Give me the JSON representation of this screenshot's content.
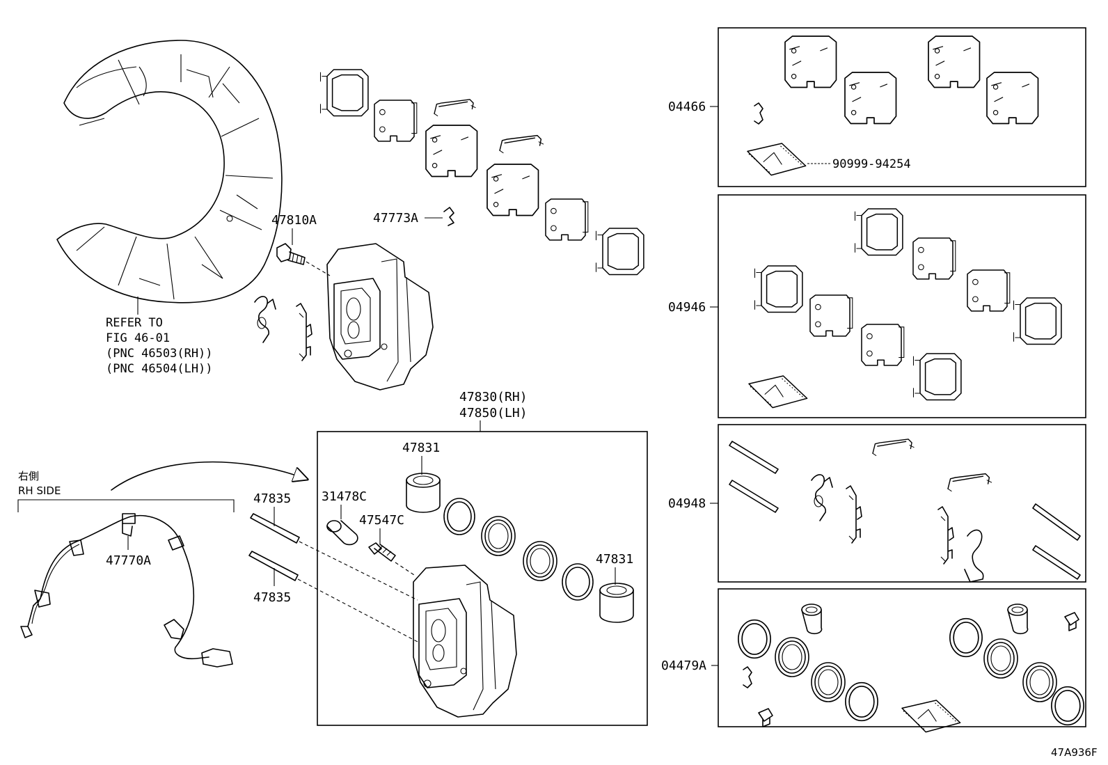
{
  "diagram_code": "47A936F",
  "dust_shield": {
    "refer_lines": [
      "REFER TO",
      "FIG 46-01",
      "(PNC 46503(RH))",
      "(PNC 46504(LH))"
    ]
  },
  "labels": {
    "bolt": "47810A",
    "clip": "47773A",
    "caliper_assy_rh": "47830(RH)",
    "caliper_assy_lh": "47850(LH)",
    "piston_top": "47831",
    "piston_right": "47831",
    "pin_top": "47835",
    "pin_bottom": "47835",
    "boot": "31478C",
    "bleeder": "47547C",
    "sensor": "47770A",
    "side_jp": "右側",
    "side_en": "RH SIDE"
  },
  "kits": [
    {
      "code": "04466",
      "sub_label": "90999-94254"
    },
    {
      "code": "04946"
    },
    {
      "code": "04948"
    },
    {
      "code": "04479A"
    }
  ]
}
